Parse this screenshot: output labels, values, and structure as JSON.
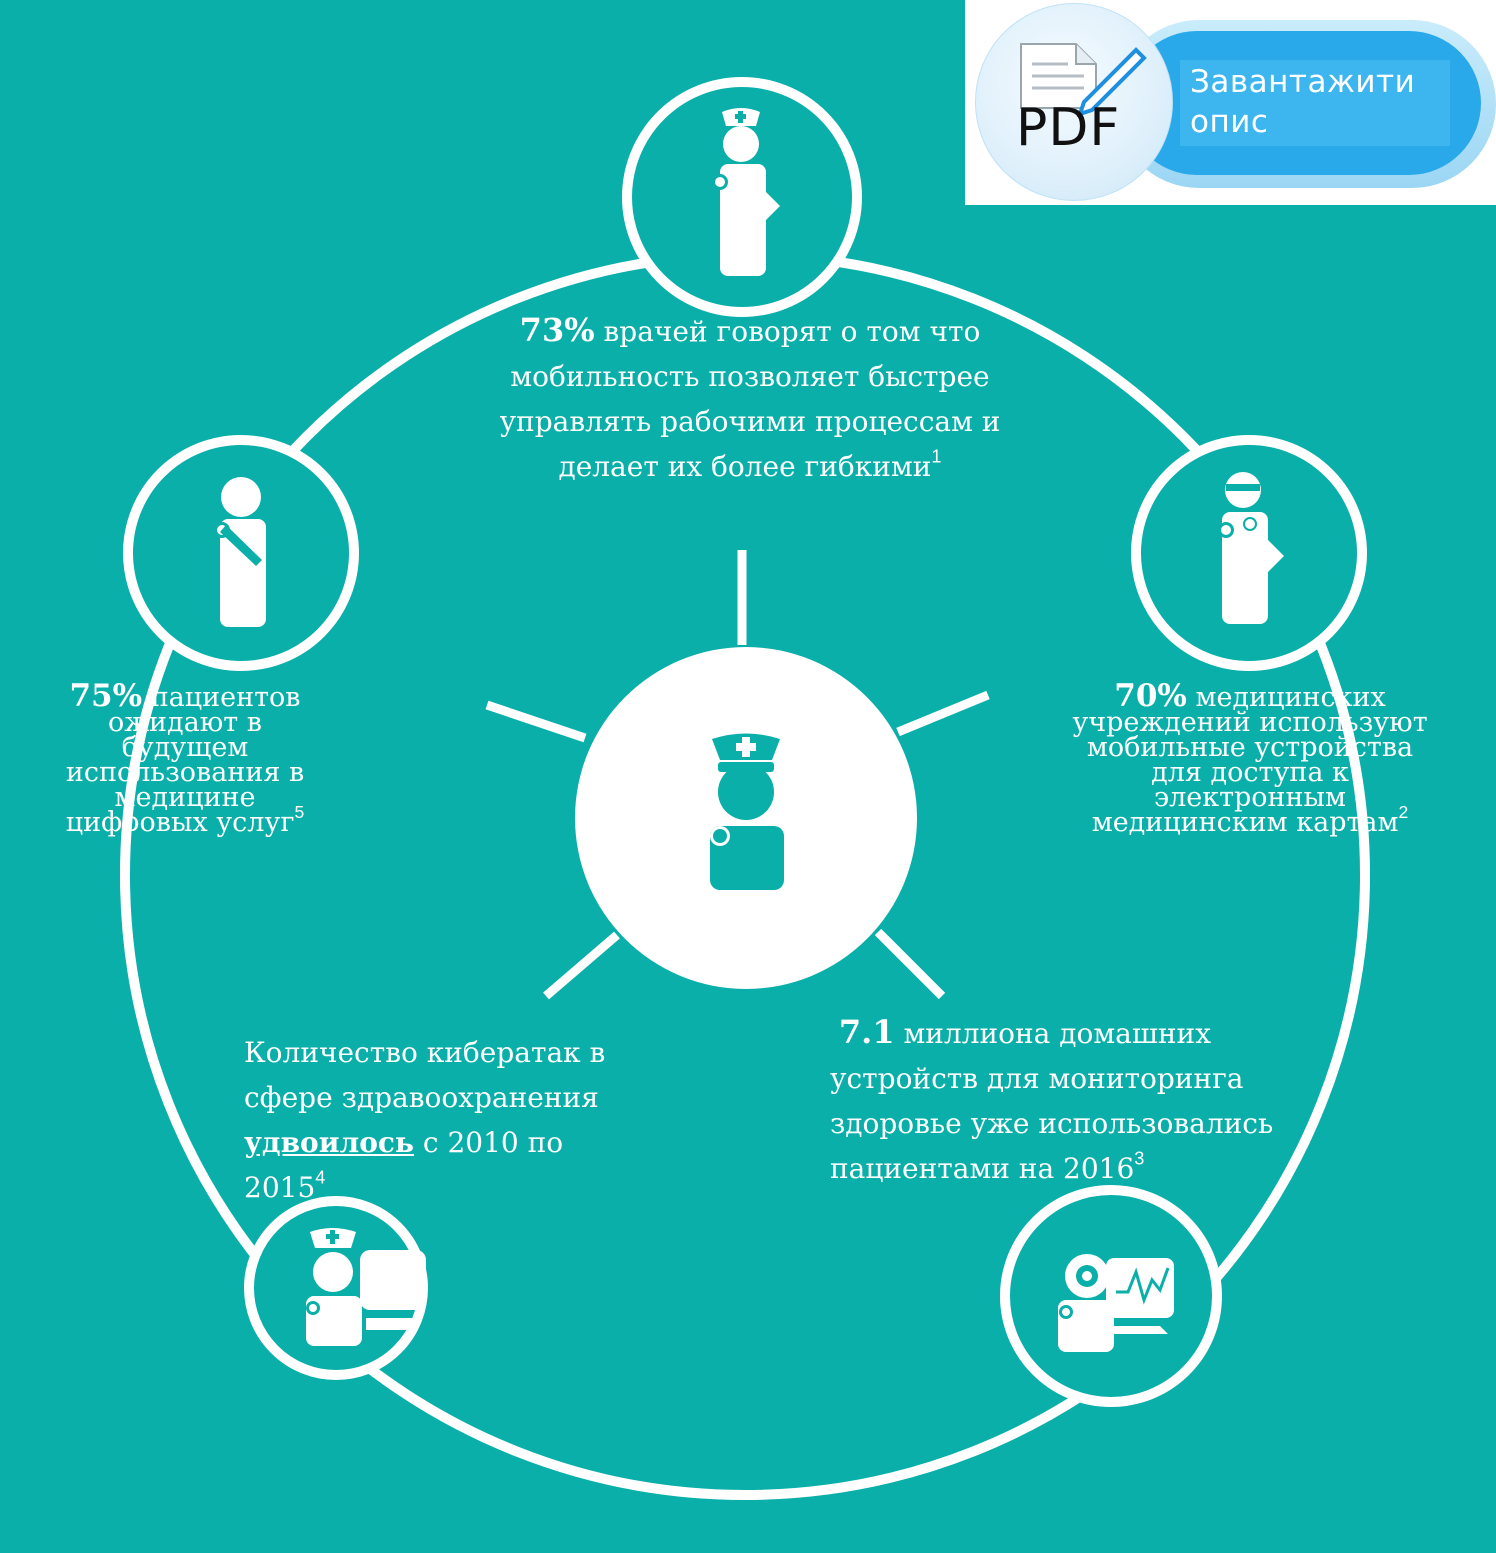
{
  "download": {
    "pdf_label": "PDF",
    "button_label": "Завантажити опис"
  },
  "colors": {
    "background": "#0aafa9",
    "foreground": "#ffffff",
    "button_blue": "#3db6f0"
  },
  "stats": {
    "doctors": {
      "highlight": "73%",
      "lines": [
        "врачей говорят о том что",
        "мобильность позволяет быстрее",
        "управлять рабочими процессам и",
        "делает их более гибкими"
      ],
      "ref": "1"
    },
    "institutions": {
      "highlight": "70%",
      "lines": [
        "медицинских",
        "учреждений используют",
        "мобильные устройства",
        "для доступа к",
        "электронным",
        "медицинским картам"
      ],
      "ref": "2"
    },
    "devices": {
      "highlight": "7.1",
      "lines": [
        "миллиона домашних",
        "устройств для мониторинга",
        "здоровье уже использовались",
        "пациентами на 2016"
      ],
      "ref": "3"
    },
    "cyber": {
      "lines": [
        "Количество кибератак в",
        "сфере здравоохранения"
      ],
      "emphasis": "удвоилось",
      "tail": "с 2010 по 2015",
      "ref": "4"
    },
    "patients": {
      "highlight": "75%",
      "lines": [
        "пациентов",
        "ожидают в",
        "будущем",
        "использования в",
        "медицине",
        "цифровых услуг"
      ],
      "ref": "5"
    }
  },
  "icons": {
    "center": "nurse-icon",
    "top": "nurse-with-tablet-icon",
    "right": "doctor-with-tablet-icon",
    "left": "patient-with-tablet-icon",
    "bottom_left": "nurse-at-monitor-icon",
    "bottom_right": "doctor-monitoring-icon"
  }
}
